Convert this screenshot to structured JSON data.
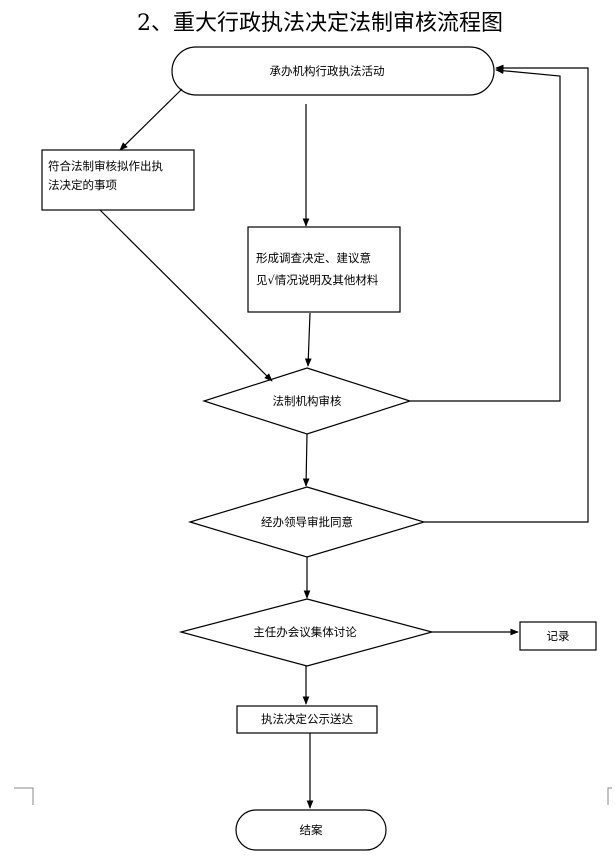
{
  "title": "2、重大行政执法决定法制审核流程图",
  "nodes": {
    "start": "承办机构行政执法活动",
    "matters_line1": "符合法制审核拟作出执",
    "matters_line2": "法决定的事项",
    "materials_line1": "形成调查决定、建议意",
    "materials_line2": "见√情况说明及其他材料",
    "legal_review": "法制机构审核",
    "leader_approval": "经办领导审批同意",
    "collective_discussion": "主任办会议集体讨论",
    "record": "记录",
    "publish": "执法决定公示送达",
    "end": "结案"
  },
  "colors": {
    "line": "#000000",
    "background": "#ffffff"
  }
}
